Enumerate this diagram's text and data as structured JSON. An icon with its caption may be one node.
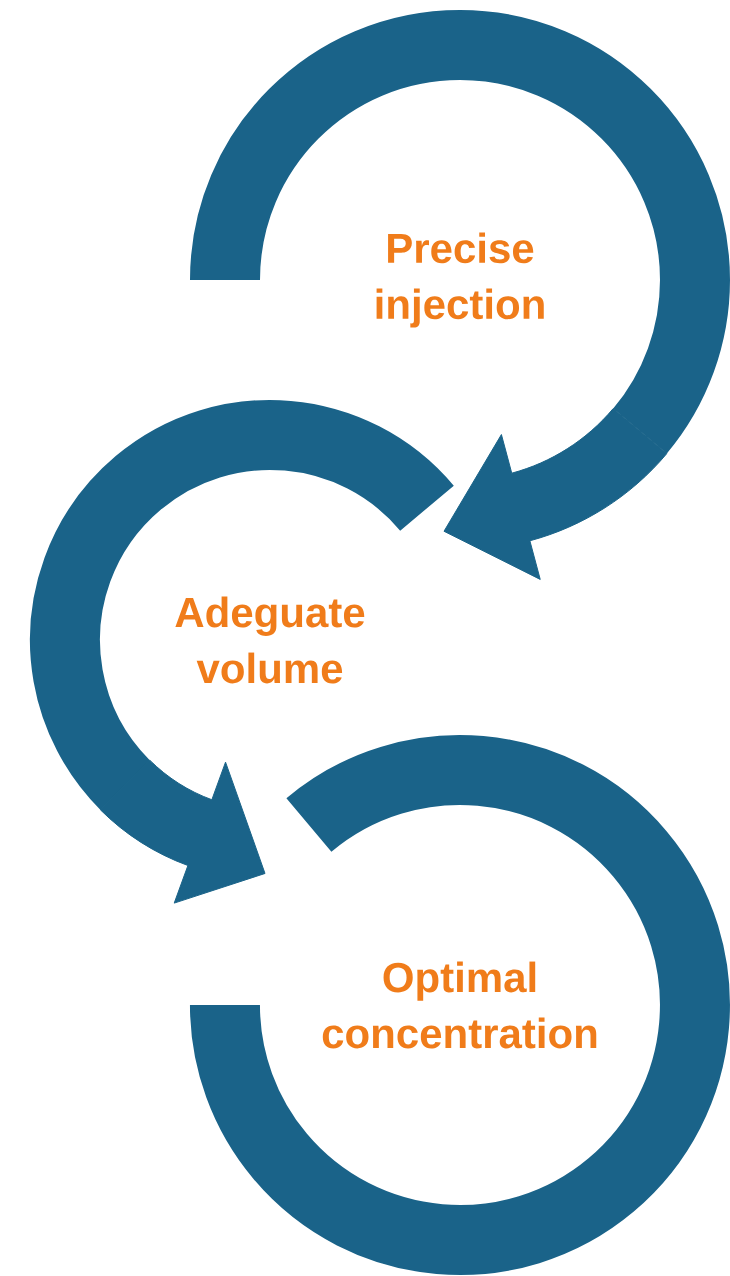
{
  "diagram": {
    "nodes": [
      {
        "text": [
          "Precise injection"
        ]
      },
      {
        "text": [
          "Adeguate volume"
        ]
      },
      {
        "text": [
          "Optimal concentration"
        ]
      }
    ],
    "edges": [
      {
        "from": 0,
        "to": 1,
        "arrow": "to"
      },
      {
        "from": 1,
        "to": 2,
        "arrow": "to"
      }
    ]
  }
}
